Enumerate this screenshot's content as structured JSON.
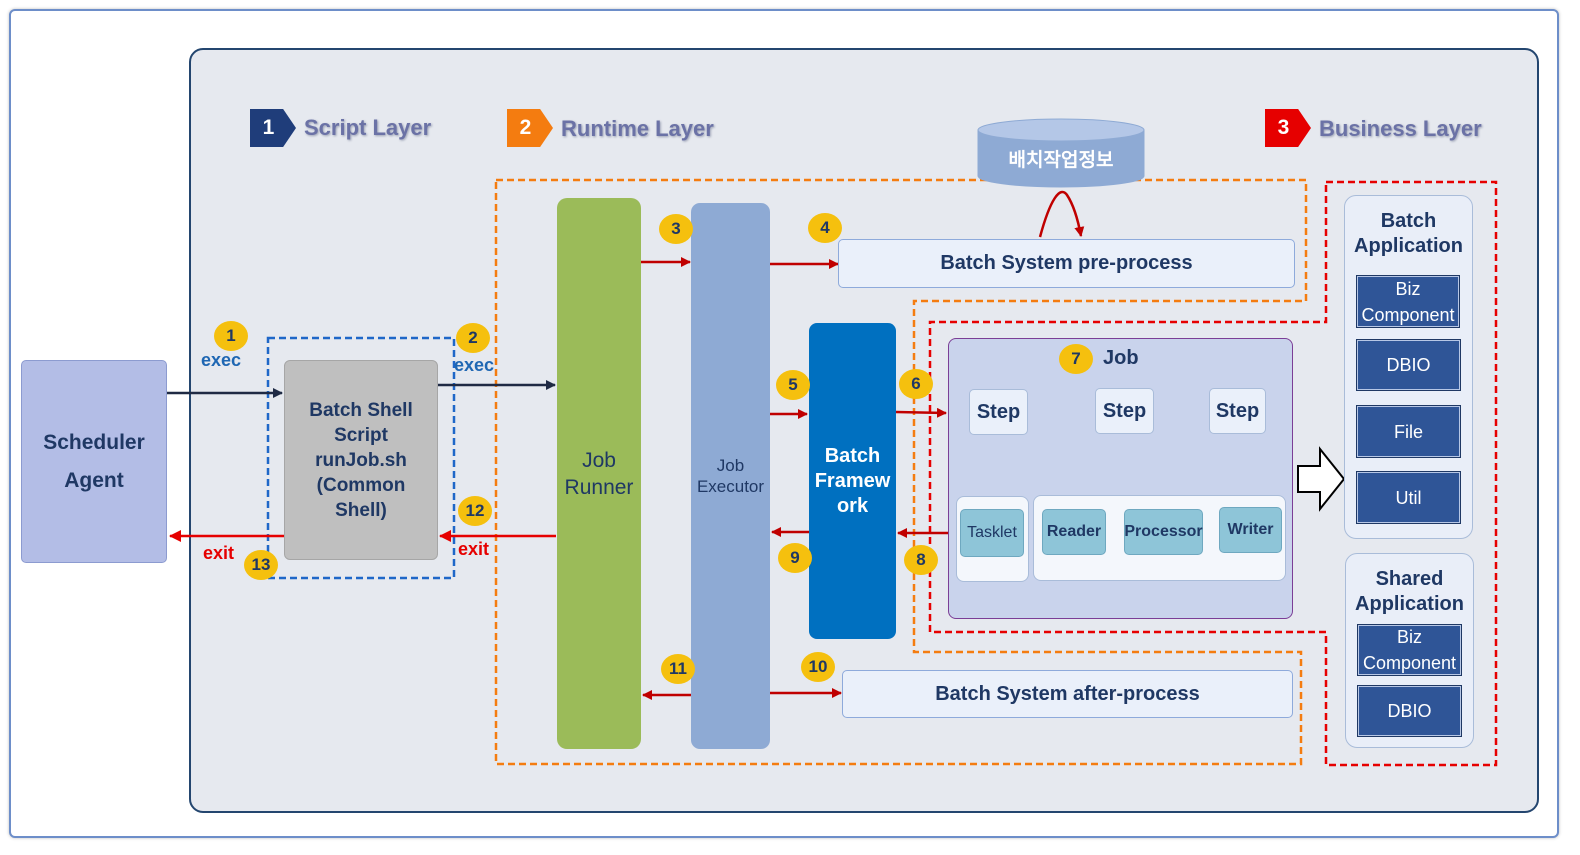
{
  "layers": {
    "script": {
      "number": "1",
      "label": "Script Layer",
      "color": "#1f3d7a"
    },
    "runtime": {
      "number": "2",
      "label": "Runtime Layer",
      "color": "#f47c10"
    },
    "business": {
      "number": "3",
      "label": "Business Layer",
      "color": "#e60000"
    }
  },
  "db": {
    "label": "배치작업정보"
  },
  "scheduler_agent": {
    "line1": "Scheduler",
    "line2": "Agent"
  },
  "batch_shell": {
    "line1": "Batch Shell",
    "line2": "Script",
    "line3": "runJob.sh",
    "line4": "(Common",
    "line5": "Shell)"
  },
  "job_runner": {
    "line1": "Job",
    "line2": "Runner"
  },
  "job_executor": {
    "line1": "Job",
    "line2": "Executor"
  },
  "batch_framework": {
    "line1": "Batch",
    "line2": "Framew",
    "line3": "ork"
  },
  "pre_process": {
    "label": "Batch System pre-process"
  },
  "after_process": {
    "label": "Batch System after-process"
  },
  "job": {
    "title": "Job",
    "steps": [
      "Step",
      "Step",
      "Step"
    ],
    "tasklet": "Tasklet",
    "reader": "Reader",
    "processor": "Processor",
    "writer": "Writer"
  },
  "batch_application": {
    "line1": "Batch",
    "line2": "Application",
    "components": [
      {
        "line1": "Biz",
        "line2": "Component"
      },
      {
        "line1": "DBIO"
      },
      {
        "line1": "File"
      },
      {
        "line1": "Util"
      }
    ]
  },
  "shared_application": {
    "line1": "Shared",
    "line2": "Application",
    "components": [
      {
        "line1": "Biz",
        "line2": "Component"
      },
      {
        "line1": "DBIO"
      }
    ]
  },
  "badges": [
    "1",
    "2",
    "3",
    "4",
    "5",
    "6",
    "7",
    "8",
    "9",
    "10",
    "11",
    "12",
    "13"
  ],
  "flow_labels": {
    "exec_1": "exec",
    "exec_2": "exec",
    "exit_1": "exit",
    "exit_2": "exit"
  },
  "colors": {
    "badge": "#f5c00e",
    "flow_arrow": "#c00000",
    "exec_arrow": "#1f2a44",
    "exit_arrow": "#e60000"
  }
}
